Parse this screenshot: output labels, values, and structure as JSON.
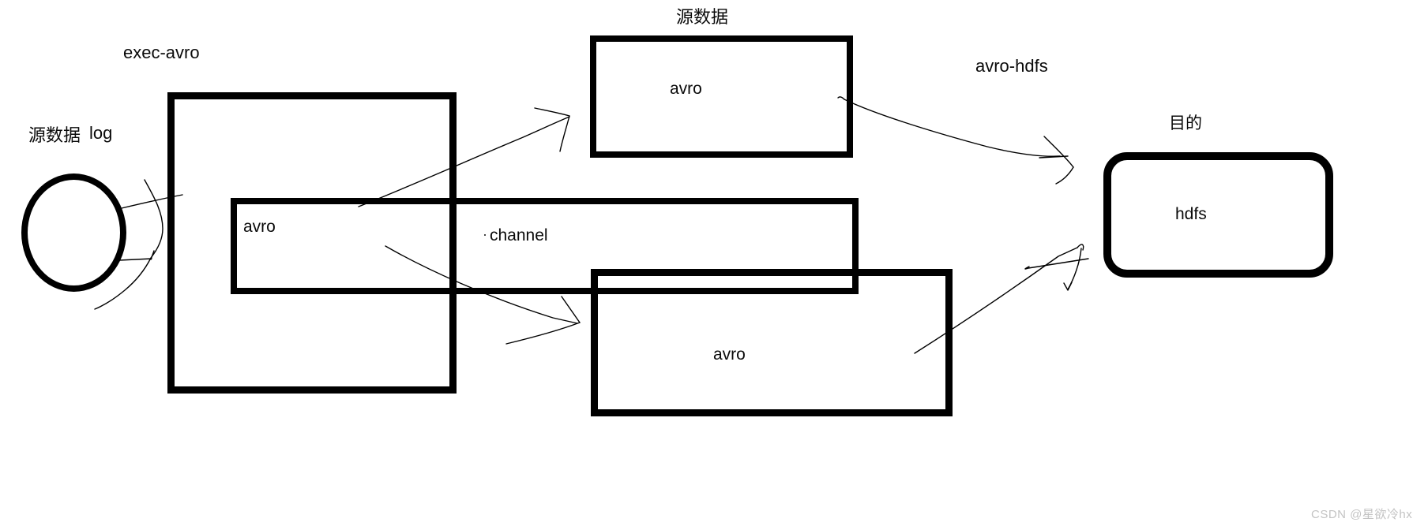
{
  "agent1": {
    "label": "exec-avro",
    "sink": "avro"
  },
  "source_left": {
    "name": "源数据",
    "type": "log"
  },
  "source_top": {
    "name": "源数据",
    "node": "avro"
  },
  "channel": {
    "label": "channel"
  },
  "agent2": {
    "label": "avro-hdfs",
    "source": "avro"
  },
  "destination": {
    "name": "目的",
    "node": "hdfs"
  },
  "watermark": "CSDN @星欲冷hx",
  "colors": {
    "stroke": "#000000",
    "text": "#0a0a0a",
    "watermark": "#c3c3c3",
    "background": "#ffffff"
  }
}
